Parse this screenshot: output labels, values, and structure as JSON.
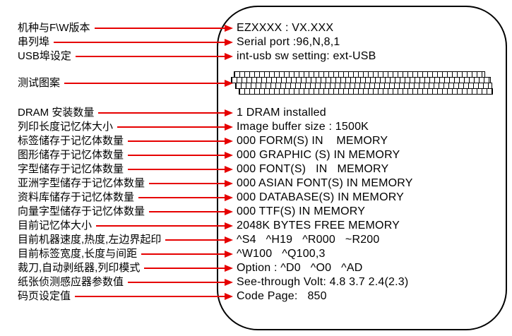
{
  "diagram": {
    "description_colors": {
      "arrow": "#e60000",
      "outline": "#000000",
      "background": "#ffffff",
      "text": "#000000"
    },
    "rows": [
      {
        "label": "机种与F\\W版本",
        "value": "EZXXXX : VX.XXX",
        "type": "text"
      },
      {
        "label": "串列埠",
        "value": "Serial port :96,N,8,1",
        "type": "text"
      },
      {
        "label": "USB埠设定",
        "value": "int-usb sw setting: ext-USB",
        "type": "text"
      },
      {
        "label": "测试图案",
        "value": "",
        "type": "pattern",
        "pattern": {
          "rows": 4,
          "line_color": "#000000",
          "fill_color": "#ffffff"
        }
      },
      {
        "label": "DRAM  安装数量",
        "value": "1 DRAM installed",
        "type": "text"
      },
      {
        "label": "列印长度记忆体大小",
        "value": "Image buffer size : 1500K",
        "type": "text"
      },
      {
        "label": "标签储存于记忆体数量",
        "value": "000 FORM(S) IN    MEMORY",
        "type": "text"
      },
      {
        "label": "图形储存于记忆体数量",
        "value": "000 GRAPHIC (S) IN MEMORY",
        "type": "text"
      },
      {
        "label": "字型储存于记忆体数量",
        "value": "000 FONT(S)   IN   MEMORY",
        "type": "text"
      },
      {
        "label": "亚洲字型储存于记忆体数量",
        "value": "000 ASIAN FONT(S) IN MEMORY",
        "type": "text"
      },
      {
        "label": "资料库储存于记忆体数量",
        "value": "000 DATABASE(S) IN MEMORY",
        "type": "text"
      },
      {
        "label": "向量字型储存于记忆体数量",
        "value": "000 TTF(S) IN MEMORY",
        "type": "text"
      },
      {
        "label": "目前记忆体大小",
        "value": "2048K BYTES FREE MEMORY",
        "type": "text"
      },
      {
        "label": "目前机器速度,热度,左边界起印",
        "value": "^S4   ^H19   ^R000   ~R200",
        "type": "text"
      },
      {
        "label": "目前标签宽度,长度与间距",
        "value": "^W100   ^Q100,3",
        "type": "text"
      },
      {
        "label": "裁刀,自动剥纸器,列印模式",
        "value": "Option : ^D0   ^O0   ^AD",
        "type": "text"
      },
      {
        "label": "纸张侦测感应器参数值",
        "value": "See-through Volt: 4.8 3.7 2.4(2.3)",
        "type": "text"
      },
      {
        "label": "码页设定值",
        "value": "Code Page:   850",
        "type": "text"
      }
    ]
  }
}
